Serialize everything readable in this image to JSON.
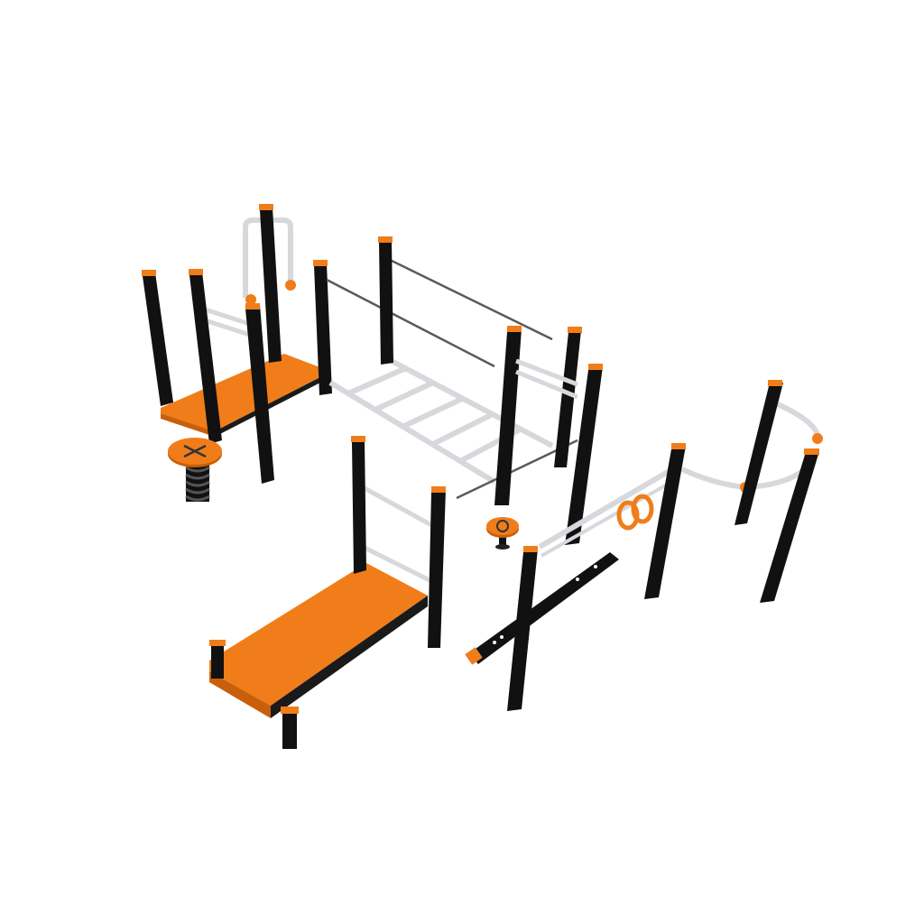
{
  "scene": {
    "colors": {
      "background": "#ffffff",
      "post": "#111111",
      "post_side": "#2a2a2a",
      "accent": "#f07d1a",
      "accent_dark": "#c85f0a",
      "bar": "#d6d8dc",
      "bar_dark": "#9aa0a6",
      "rope": "#5a5a5a"
    },
    "equipment": [
      "parallel-bars",
      "handstand-bar",
      "platform-left",
      "spring-rider",
      "monkey-bars",
      "horizontal-ladders",
      "rotating-disc",
      "sit-up-bench",
      "push-up-beam",
      "gymnastic-rings",
      "curved-traverse-bar"
    ]
  }
}
